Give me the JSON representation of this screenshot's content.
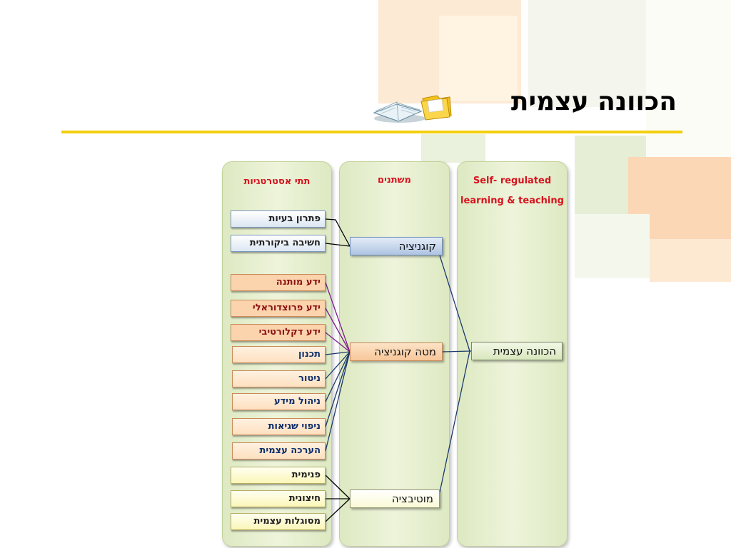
{
  "title": "הכוונה עצמית",
  "columns": {
    "substrategies_header": "תתי אסטרטגיות",
    "variables_header": "משתנים",
    "srl_header_line1": "Self- regulated",
    "srl_header_line2": "learning & teaching"
  },
  "substrategies": {
    "cognition": [
      "פתרון בעיות",
      "חשיבה ביקורתית"
    ],
    "metacognition_knowledge": [
      "ידע מותנה",
      "ידע פרוצדוראלי",
      "ידע דקלורטיבי"
    ],
    "metacognition_regulation": [
      "תכנון",
      "ניטור",
      "ניהול מידע",
      "ניפוי שגיאות",
      "הערכה עצמית"
    ],
    "motivation": [
      "פנימית",
      "חיצונית",
      "מסוגלות עצמית"
    ]
  },
  "variables": {
    "cognition": "קוגניציה",
    "metacognition": "מטה קוגניציה",
    "motivation": "מוטיבציה"
  },
  "srl_box": "הכוונה עצמית",
  "colors": {
    "title_rule": "#f5cf0e",
    "column_fill": "#e6efcf",
    "header_text": "#d6131f",
    "cognition_line": "#000000",
    "knowledge_line": "#7b1f8c",
    "regulation_line": "#1b3a6b"
  },
  "icons": {
    "book": "book-icon",
    "folder": "folder-icon"
  }
}
